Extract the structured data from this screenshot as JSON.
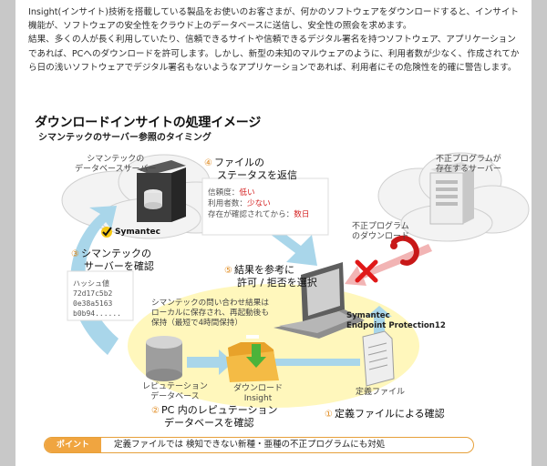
{
  "intro": {
    "paragraph1": "Insight(インサイト)技術を搭載している製品をお使いのお客さまが、何かのソフトウェアをダウンロードすると、インサイト機能が、ソフトウェアの安全性をクラウド上のデータベースに送信し、安全性の照会を求めます。",
    "paragraph2": "結果、多くの人が長く利用していたり、信頼できるサイトや信頼できるデジタル署名を持つソフトウェア、アプリケーションであれば、PCへのダウンロードを許可します。しかし、新型の未知のマルウェアのように、利用者数が少なく、作成されてから日の浅いソフトウェアでデジタル署名もないようなアプリケーションであれば、利用者にその危険性を的確に警告します。"
  },
  "diagram": {
    "title": "ダウンロードインサイトの処理イメージ",
    "subtitle": "シマンテックのサーバー参照のタイミング",
    "symantec_db_label": [
      "シマンテックの",
      "データベースサーバー"
    ],
    "malicious_server_label": [
      "不正プログラムが",
      "存在するサーバー"
    ],
    "malware_download_label": [
      "不正プログラム",
      "のダウンロード"
    ],
    "symantec_logo": "Symantec",
    "step4": {
      "num": "④",
      "line1": "ファイルの",
      "line2": "ステータスを返信"
    },
    "status": {
      "trust_label": "信頼度：",
      "trust_value": "低い",
      "users_label": "利用者数：",
      "users_value": "少ない",
      "age_label": "存在が確認されてから：",
      "age_value": "数日"
    },
    "step3": {
      "num": "③",
      "line1": "シマンテックの",
      "line2": "サーバーを確認"
    },
    "hash": {
      "title": "ハッシュ値",
      "lines": [
        "72d17c5b2",
        "0e38a5163",
        "b0b94......"
      ]
    },
    "step5": {
      "num": "⑤",
      "line1": "結果を参考に",
      "line2": "許可 / 拒否を選択"
    },
    "cache_note": [
      "シマンテックの問い合わせ結果は",
      "ローカルに保存され、再起動後も",
      "保持（最短で4時間保持）"
    ],
    "product_label": [
      "Symantec",
      "Endpoint Protection12"
    ],
    "reputation_db_label": [
      "レピュテーション",
      "データベース"
    ],
    "download_insight_label": [
      "ダウンロード",
      "Insight"
    ],
    "definition_file_label": "定義ファイル",
    "step2": {
      "num": "②",
      "line1": "PC 内のレピュテーション",
      "line2": "データベースを確認"
    },
    "step1": {
      "num": "①",
      "text": "定義ファイルによる確認"
    }
  },
  "point": {
    "tag": "ポイント",
    "text": "定義ファイルでは 検知できない新種・亜種の不正プログラムにも対処"
  },
  "colors": {
    "accent_orange": "#f0a540",
    "arrow_blue": "#a9d6ea",
    "highlight_yellow": "#fff6b0",
    "alert_red": "#d42020"
  }
}
